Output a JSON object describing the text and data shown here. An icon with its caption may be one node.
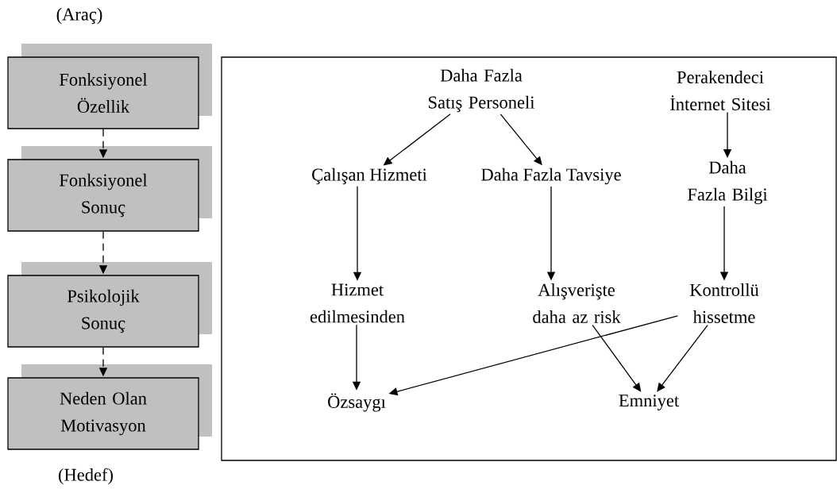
{
  "diagram": {
    "nodes": [
      {
        "text": [
          "Fonksiyonel Özellik"
        ]
      },
      {
        "text": [
          "Fonksiyonel Sonuç"
        ]
      },
      {
        "text": [
          "Psikolojik Sonuç"
        ]
      },
      {
        "text": [
          "Neden Olan Motivasyon"
        ]
      },
      {
        "text": [],
        "shape": "box"
      },
      {
        "text": [
          "Daha Fazla Satış Personeli"
        ],
        "in": 4
      },
      {
        "text": [
          "Perakendeci İnternet Sitesi"
        ],
        "in": 4
      },
      {
        "text": [
          "Çalışan Hizmeti"
        ],
        "in": 4
      },
      {
        "text": [
          "Daha Fazla Tavsiye"
        ],
        "in": 4
      },
      {
        "text": [
          "Daha Fazla Bilgi"
        ],
        "in": 4
      },
      {
        "text": [
          "Hizmet edilmesinden"
        ],
        "in": 4
      },
      {
        "text": [
          "Alışverişte daha az risk"
        ],
        "in": 4
      },
      {
        "text": [
          "Kontrollü hissetme"
        ],
        "in": 4
      },
      {
        "text": [
          "Özsaygı"
        ],
        "in": 4
      },
      {
        "text": [
          "Emniyet"
        ],
        "in": 4
      }
    ],
    "edges": [
      {
        "from": 0,
        "to": 1,
        "arrow": "to",
        "style": "dashed"
      },
      {
        "from": 1,
        "to": 2,
        "arrow": "to",
        "style": "dashed"
      },
      {
        "from": 2,
        "to": 3,
        "arrow": "to",
        "style": "dashed"
      },
      {
        "from": 5,
        "to": 7,
        "arrow": "to"
      },
      {
        "from": 5,
        "to": 8,
        "arrow": "to"
      },
      {
        "from": 6,
        "to": 9,
        "arrow": "to"
      },
      {
        "from": 7,
        "to": 10,
        "arrow": "to"
      },
      {
        "from": 8,
        "to": 11,
        "arrow": "to"
      },
      {
        "from": 9,
        "to": 12,
        "arrow": "to"
      },
      {
        "from": 10,
        "to": 13,
        "arrow": "to"
      },
      {
        "from": 12,
        "to": 13,
        "arrow": "to"
      },
      {
        "from": 11,
        "to": 14,
        "arrow": "to"
      },
      {
        "from": 12,
        "to": 14,
        "arrow": "to"
      }
    ],
    "labels": [
      "(Araç)",
      "(Hedef)"
    ]
  }
}
